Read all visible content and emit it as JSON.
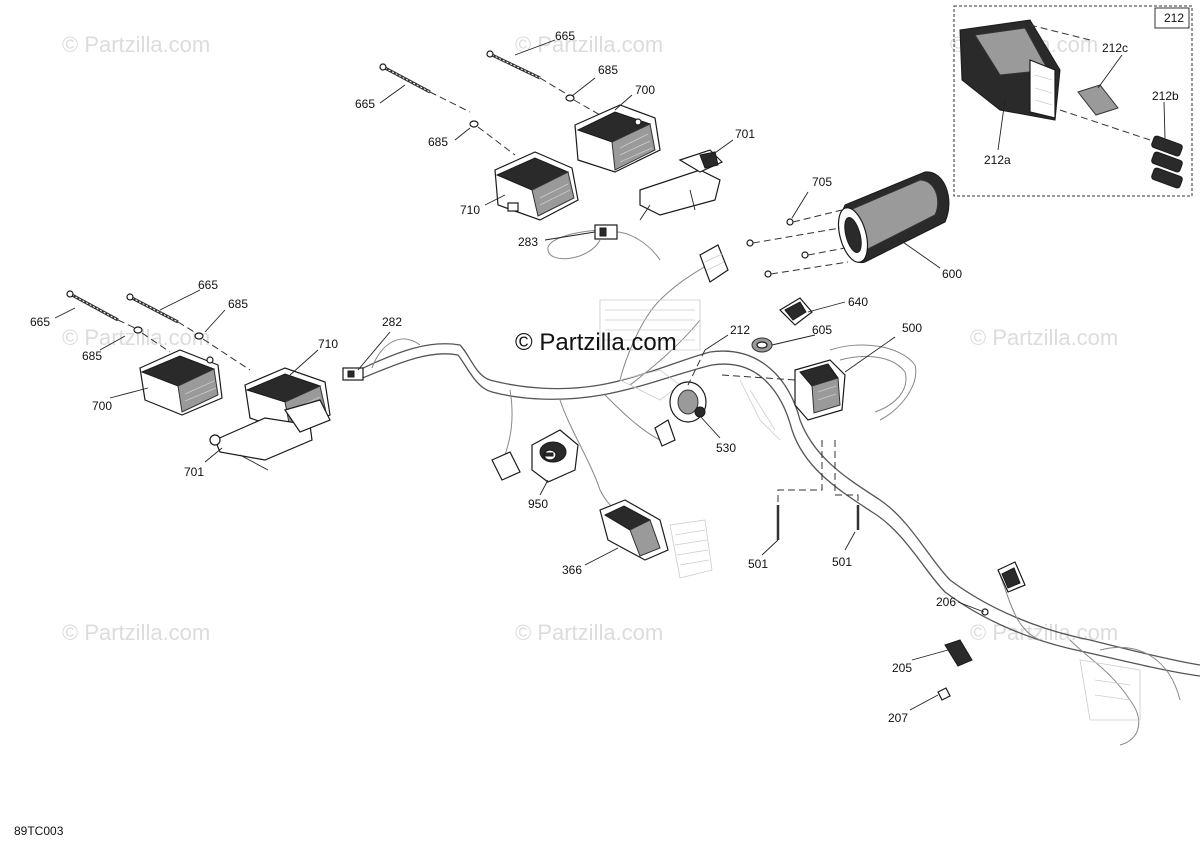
{
  "diagram_id": "89TC003",
  "watermark": {
    "center": "© Partzilla.com",
    "corner": "© Partzilla.com"
  },
  "inset": {
    "box_label": "212"
  },
  "callouts": {
    "c665_a": "665",
    "c665_b": "665",
    "c665_c": "665",
    "c665_d": "665",
    "c685_a": "685",
    "c685_b": "685",
    "c685_c": "685",
    "c685_d": "685",
    "c700_a": "700",
    "c700_b": "700",
    "c701_a": "701",
    "c701_b": "701",
    "c710_a": "710",
    "c710_b": "710",
    "c705": "705",
    "c283": "283",
    "c600": "600",
    "c640": "640",
    "c212": "212",
    "c605": "605",
    "c500": "500",
    "c282": "282",
    "c530": "530",
    "c950": "950",
    "c366": "366",
    "c501_a": "501",
    "c501_b": "501",
    "c206": "206",
    "c205": "205",
    "c207": "207",
    "c212a": "212a",
    "c212b": "212b",
    "c212c": "212c"
  }
}
